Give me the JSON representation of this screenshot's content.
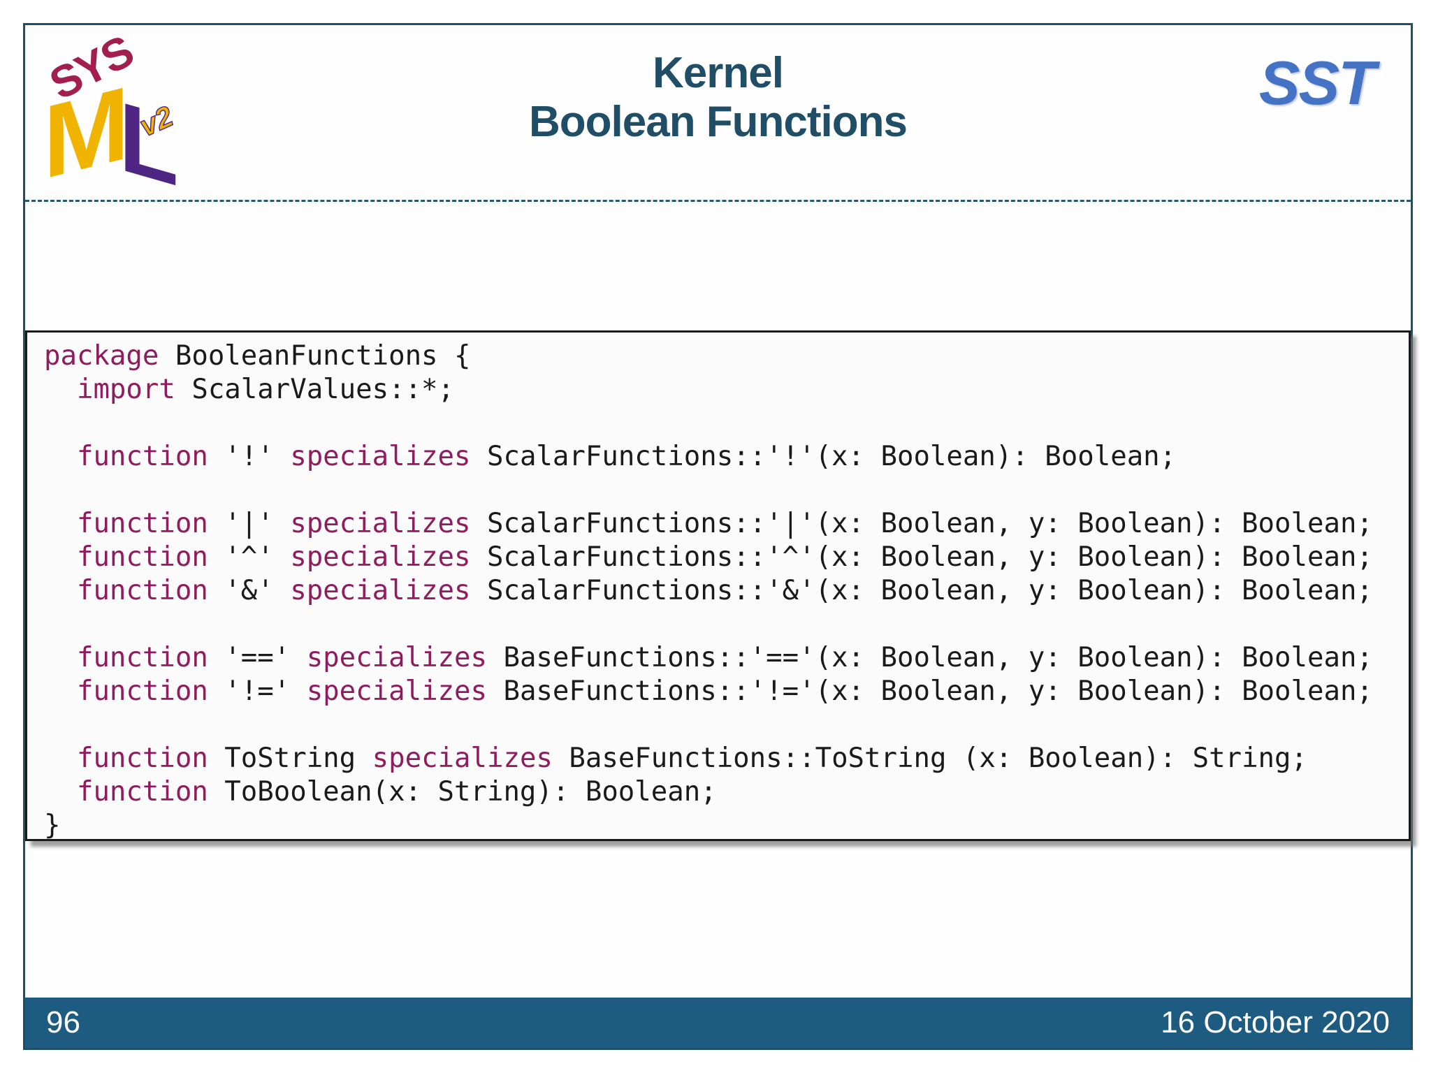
{
  "header": {
    "title_line1": "Kernel",
    "title_line2": "Boolean Functions",
    "sst_label": "SST",
    "logo": {
      "sys": "SYS",
      "m": "M",
      "l": "L",
      "v2": "v2"
    }
  },
  "code": {
    "lines": [
      [
        {
          "t": "package",
          "k": true
        },
        {
          "t": " BooleanFunctions {"
        }
      ],
      [
        {
          "t": "  "
        },
        {
          "t": "import",
          "k": true
        },
        {
          "t": " ScalarValues::*;"
        }
      ],
      [],
      [
        {
          "t": "  "
        },
        {
          "t": "function",
          "k": true
        },
        {
          "t": " '!' "
        },
        {
          "t": "specializes",
          "k": true
        },
        {
          "t": " ScalarFunctions::'!'(x: Boolean): Boolean;"
        }
      ],
      [],
      [
        {
          "t": "  "
        },
        {
          "t": "function",
          "k": true
        },
        {
          "t": " '|' "
        },
        {
          "t": "specializes",
          "k": true
        },
        {
          "t": " ScalarFunctions::'|'(x: Boolean, y: Boolean): Boolean;"
        }
      ],
      [
        {
          "t": "  "
        },
        {
          "t": "function",
          "k": true
        },
        {
          "t": " '^' "
        },
        {
          "t": "specializes",
          "k": true
        },
        {
          "t": " ScalarFunctions::'^'(x: Boolean, y: Boolean): Boolean;"
        }
      ],
      [
        {
          "t": "  "
        },
        {
          "t": "function",
          "k": true
        },
        {
          "t": " '&' "
        },
        {
          "t": "specializes",
          "k": true
        },
        {
          "t": " ScalarFunctions::'&'(x: Boolean, y: Boolean): Boolean;"
        }
      ],
      [],
      [
        {
          "t": "  "
        },
        {
          "t": "function",
          "k": true
        },
        {
          "t": " '==' "
        },
        {
          "t": "specializes",
          "k": true
        },
        {
          "t": " BaseFunctions::'=='(x: Boolean, y: Boolean): Boolean;"
        }
      ],
      [
        {
          "t": "  "
        },
        {
          "t": "function",
          "k": true
        },
        {
          "t": " '!=' "
        },
        {
          "t": "specializes",
          "k": true
        },
        {
          "t": " BaseFunctions::'!='(x: Boolean, y: Boolean): Boolean;"
        }
      ],
      [],
      [
        {
          "t": "  "
        },
        {
          "t": "function",
          "k": true
        },
        {
          "t": " ToString "
        },
        {
          "t": "specializes",
          "k": true
        },
        {
          "t": " BaseFunctions::ToString (x: Boolean): String;"
        }
      ],
      [
        {
          "t": "  "
        },
        {
          "t": "function",
          "k": true
        },
        {
          "t": " ToBoolean(x: String): Boolean;"
        }
      ],
      [
        {
          "t": "}"
        }
      ]
    ]
  },
  "footer": {
    "page_number": "96",
    "date": "16 October 2020"
  },
  "colors": {
    "frame": "#1f4e66",
    "title": "#1f4e66",
    "divider": "#255872",
    "sst_blue": "#4472c4",
    "keyword": "#8e1c5e",
    "code_text": "#1a1a1a",
    "code_border": "#1a1a1a",
    "code_bg": "#fbfbfb",
    "footer_bg": "#1e5b80",
    "footer_text": "#ffffff",
    "logo_red": "#a11e4d",
    "logo_gold": "#f0b400",
    "logo_purple": "#4f2583"
  }
}
